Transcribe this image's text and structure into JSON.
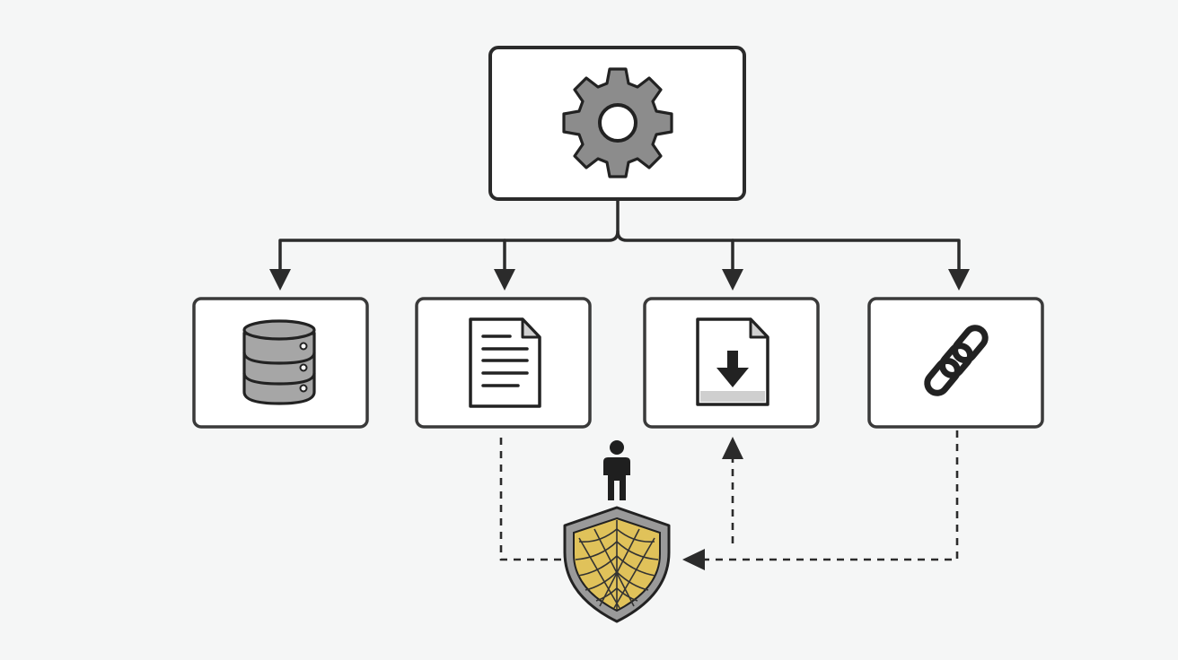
{
  "diagram": {
    "root": {
      "icon": "gear-icon"
    },
    "children": [
      {
        "id": "database",
        "icon": "database-icon"
      },
      {
        "id": "document",
        "icon": "document-icon"
      },
      {
        "id": "download",
        "icon": "download-file-icon"
      },
      {
        "id": "link",
        "icon": "chain-link-icon"
      }
    ],
    "guard": {
      "icons": [
        "person-icon",
        "shield-icon"
      ]
    },
    "colors": {
      "stroke": "#2b2b2b",
      "gear": "#8c8c8c",
      "database": "#a6a6a6",
      "shield_gold": "#e0c25a",
      "shield_rim": "#9a9a9a",
      "background": "#f5f6f6"
    }
  }
}
